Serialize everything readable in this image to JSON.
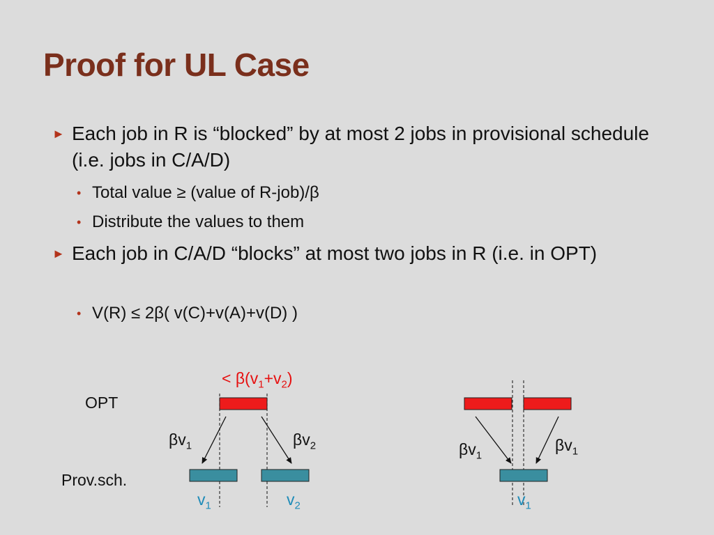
{
  "slide": {
    "title": "Proof for UL Case"
  },
  "bullets": [
    {
      "text": "Each job in R is “blocked” by at most 2 jobs in provisional schedule (i.e. jobs in C/A/D)",
      "sub": [
        "Total value ≥ (value of R-job)/β",
        "Distribute the values to them"
      ]
    },
    {
      "text": "Each job in C/A/D “blocks” at most two jobs in R (i.e. in OPT)",
      "sub": [
        "V(R) ≤ 2β( v(C)+v(A)+v(D) )"
      ]
    }
  ],
  "diagram": {
    "row_label_opt": "OPT",
    "row_label_prov": "Prov.sch.",
    "left": {
      "top_annotation": {
        "prefix": "< β(v",
        "sub1": "1",
        "mid": "+v",
        "sub2": "2",
        "suffix": ")"
      },
      "arrow_label_left": {
        "text": "βv",
        "sub": "1"
      },
      "arrow_label_right": {
        "text": "βv",
        "sub": "2"
      },
      "bottom_label_left": {
        "text": "v",
        "sub": "1"
      },
      "bottom_label_right": {
        "text": "v",
        "sub": "2"
      }
    },
    "right": {
      "arrow_label_left": {
        "text": "βv",
        "sub": "1"
      },
      "arrow_label_right": {
        "text": "βv",
        "sub": "1"
      },
      "bottom_label": {
        "text": "v",
        "sub": "1"
      }
    }
  },
  "colors": {
    "background": "#dcdcdc",
    "title": "#7a2f1c",
    "bullet_marker": "#b3331b",
    "opt_bar": "#ee1b1b",
    "prov_bar": "#3a8e9f",
    "annotation_red": "#e61010",
    "annotation_blue": "#1e8bb8"
  }
}
